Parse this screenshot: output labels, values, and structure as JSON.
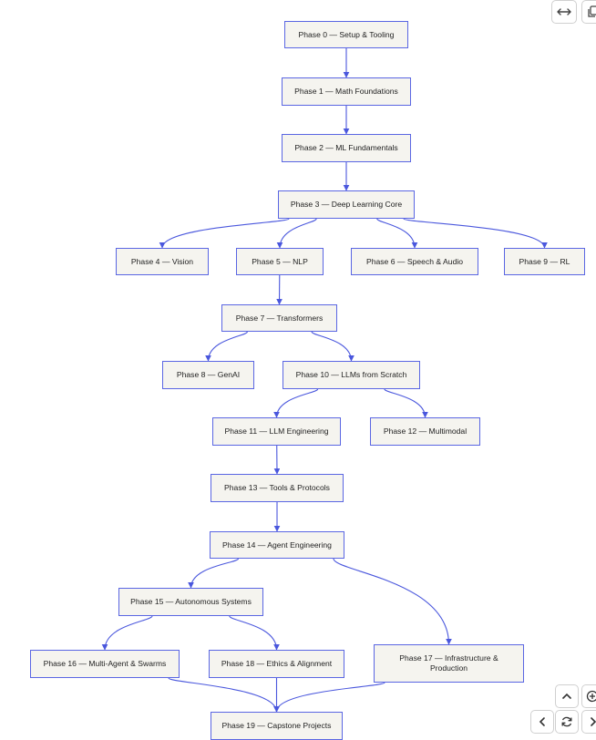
{
  "diagram": {
    "node_fill": "#f5f4ef",
    "edge_color": "#4a57dd",
    "nodes": {
      "p0": "Phase 0 — Setup & Tooling",
      "p1": "Phase 1 — Math Foundations",
      "p2": "Phase 2 — ML Fundamentals",
      "p3": "Phase 3 — Deep Learning Core",
      "p4": "Phase 4 — Vision",
      "p5": "Phase 5 — NLP",
      "p6": "Phase 6 — Speech & Audio",
      "p9": "Phase 9 — RL",
      "p7": "Phase 7 — Transformers",
      "p8": "Phase 8 — GenAI",
      "p10": "Phase 10 — LLMs from Scratch",
      "p11": "Phase 11 — LLM Engineering",
      "p12": "Phase 12 — Multimodal",
      "p13": "Phase 13 — Tools & Protocols",
      "p14": "Phase 14 — Agent Engineering",
      "p15": "Phase 15 — Autonomous Systems",
      "p16": "Phase 16 — Multi-Agent & Swarms",
      "p18": "Phase 18 — Ethics & Alignment",
      "p17": "Phase 17 — Infrastructure & Production",
      "p19": "Phase 19 — Capstone Projects"
    },
    "edges": [
      [
        "p0",
        "p1"
      ],
      [
        "p1",
        "p2"
      ],
      [
        "p2",
        "p3"
      ],
      [
        "p3",
        "p4"
      ],
      [
        "p3",
        "p5"
      ],
      [
        "p3",
        "p6"
      ],
      [
        "p3",
        "p9"
      ],
      [
        "p5",
        "p7"
      ],
      [
        "p7",
        "p8"
      ],
      [
        "p7",
        "p10"
      ],
      [
        "p10",
        "p11"
      ],
      [
        "p10",
        "p12"
      ],
      [
        "p11",
        "p13"
      ],
      [
        "p13",
        "p14"
      ],
      [
        "p14",
        "p15"
      ],
      [
        "p14",
        "p17"
      ],
      [
        "p15",
        "p16"
      ],
      [
        "p15",
        "p18"
      ],
      [
        "p16",
        "p19"
      ],
      [
        "p18",
        "p19"
      ],
      [
        "p17",
        "p19"
      ]
    ]
  },
  "toolbar": {
    "expand_icon": "horizontal-arrows-icon",
    "copy_icon": "copy-icon",
    "zoom_in_icon": "zoom-in-icon",
    "pan_up_icon": "chevron-up-icon",
    "pan_left_icon": "chevron-left-icon",
    "reset_icon": "reset-icon",
    "pan_right_icon": "chevron-right-icon"
  }
}
